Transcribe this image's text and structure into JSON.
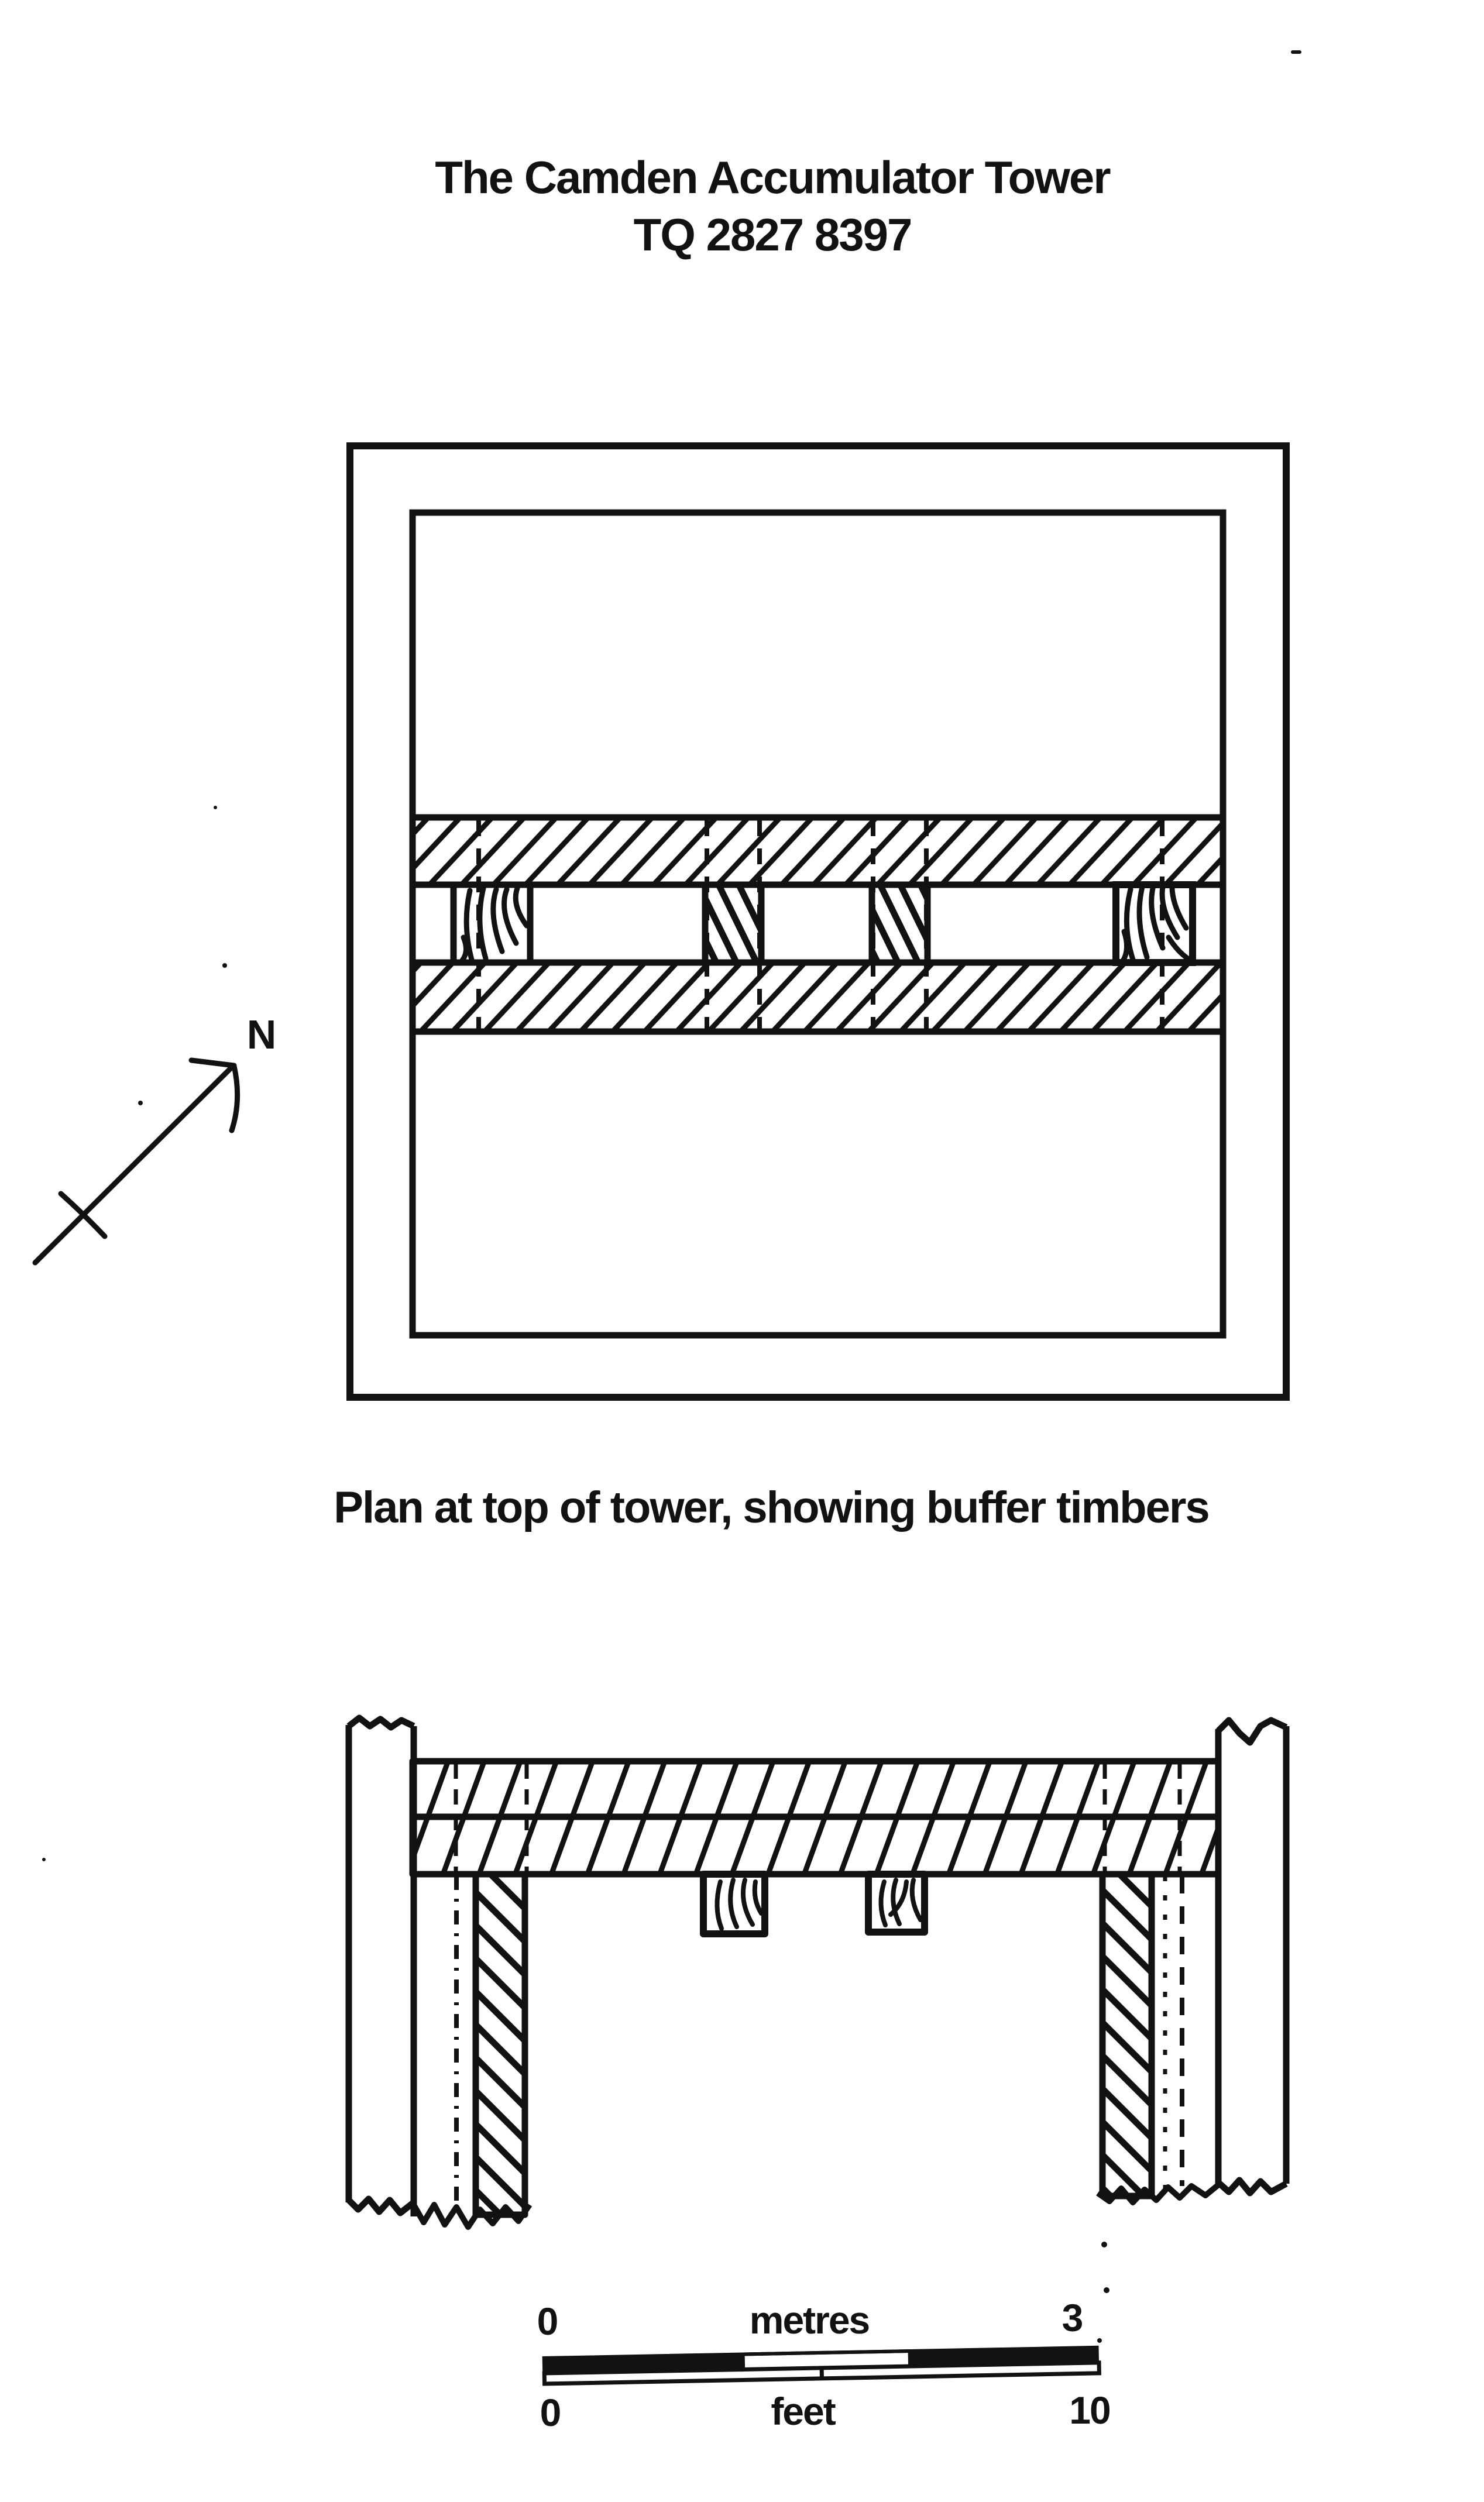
{
  "page": {
    "background_color": "#ffffff",
    "ink_color": "#121212",
    "kind": "scanned measured drawing"
  },
  "title": {
    "line1": "The Camden Accumulator Tower",
    "line2": "TQ 2827 8397"
  },
  "north_arrow": {
    "label": "N"
  },
  "plan": {
    "caption": "Plan at top of tower, showing buffer timbers",
    "features": {
      "outer_wall": "square outline",
      "inner_wall": "inset rectangle",
      "buffer_beams": "two hatched horizontal bands",
      "buffer_timbers": "four timber blocks between bands (outer two wood-grain, inner two hatched)",
      "hidden_lines": "dashed verticals through bands"
    }
  },
  "section": {
    "features": {
      "walls": "two broken-off vertical walls with wavy break lines",
      "beams": "two stacked hatched horizontal beams spanning between walls",
      "wall_battens": "vertical hatched strips below beams at each wall face",
      "buffer_timbers": "two wood-grain blocks hanging below beams"
    }
  },
  "scale_bar": {
    "metres": {
      "start": "0",
      "unit": "metres",
      "end": "3"
    },
    "feet": {
      "start": "0",
      "unit": "feet",
      "end": "10"
    }
  }
}
